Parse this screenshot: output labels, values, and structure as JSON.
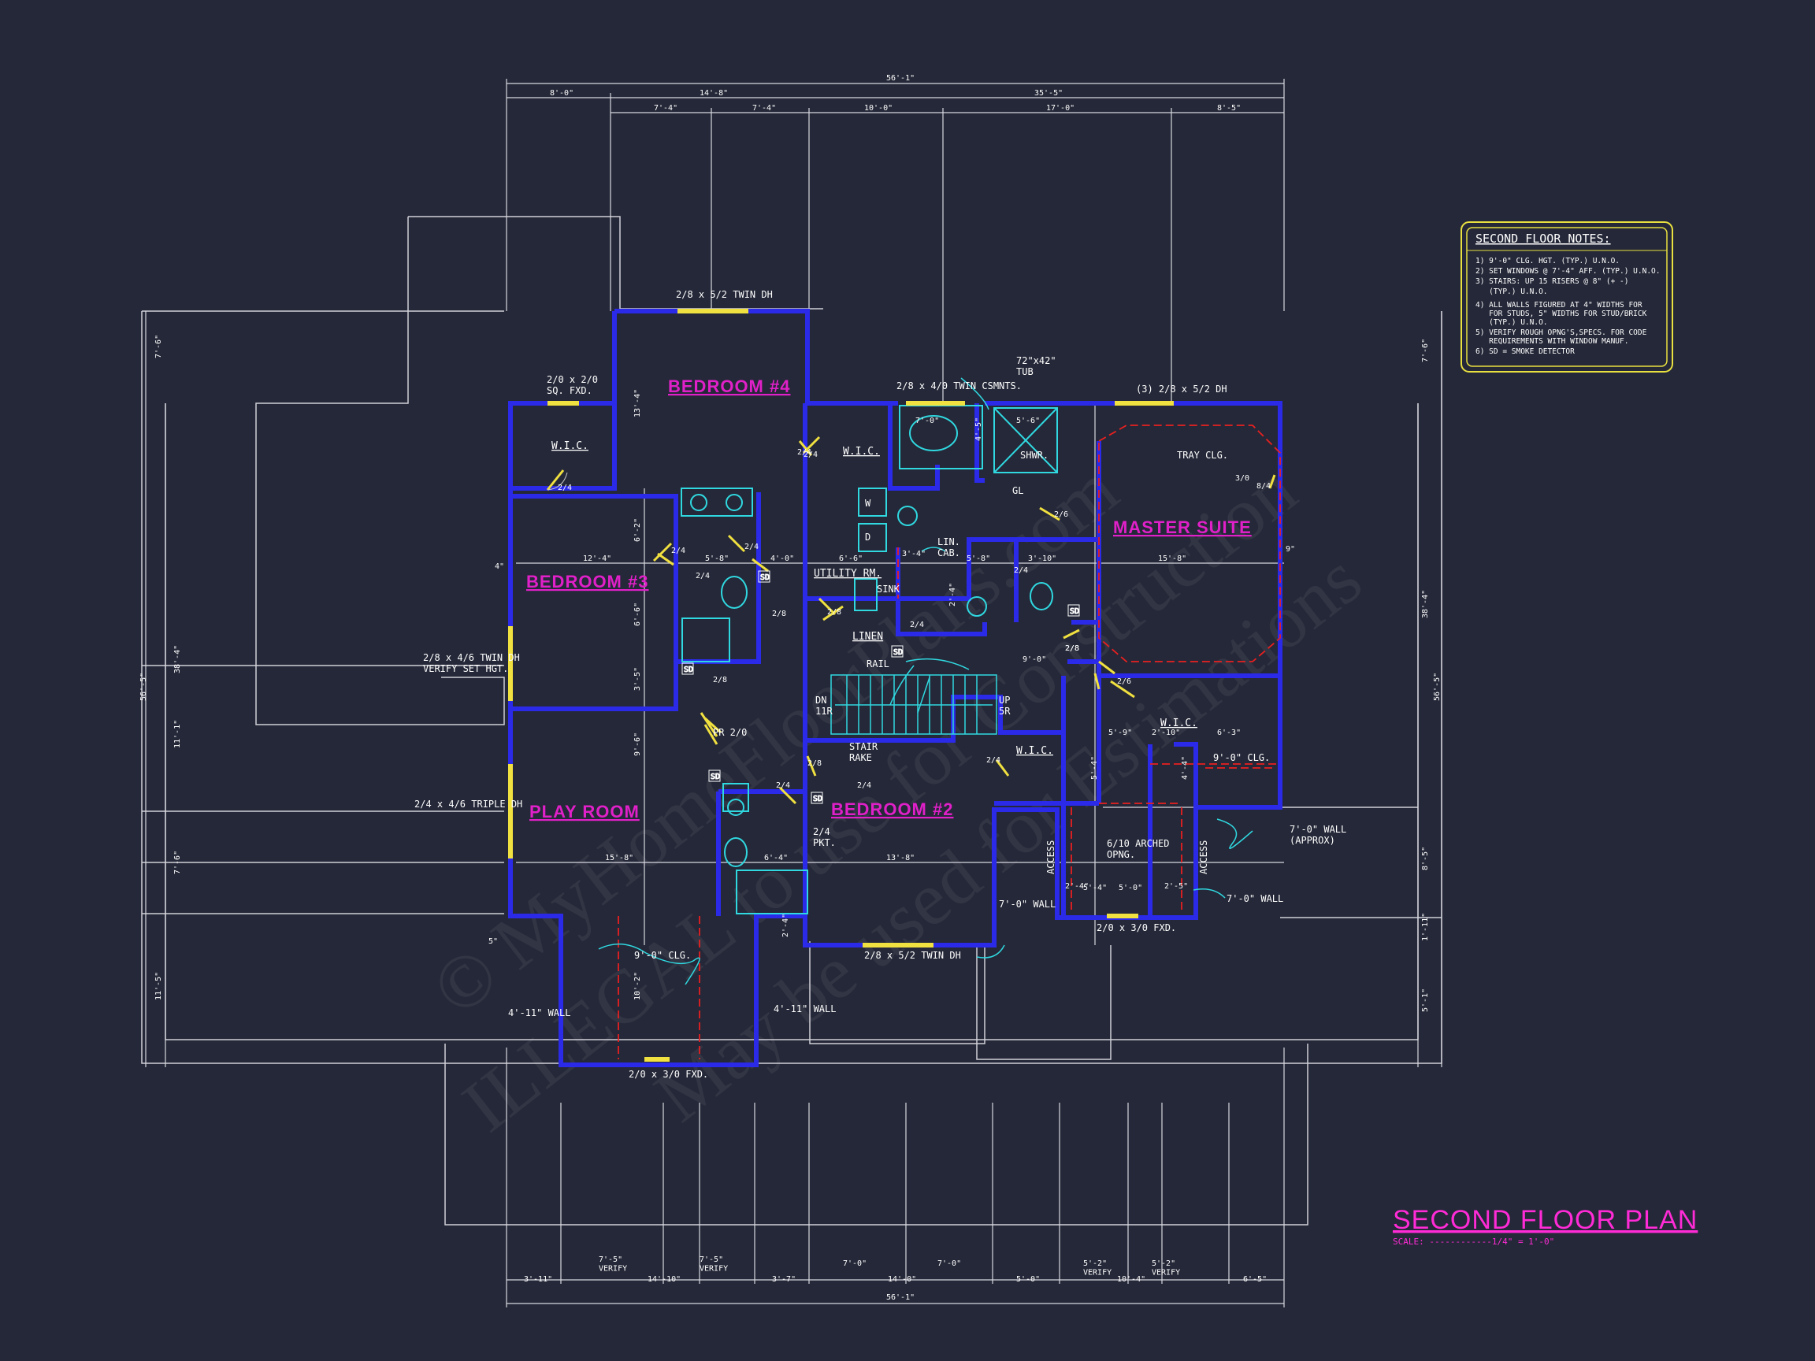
{
  "title": "SECOND FLOOR PLAN",
  "scale": "SCALE: ------------1/4\" = 1'-0\"",
  "watermark": {
    "line1": "© MyHomeFloorPlans.com",
    "line2": "ILLEGAL to use for Construction",
    "line3": "May be used for Estimations"
  },
  "colors": {
    "background": "#252838",
    "walls": "#2a2ae8",
    "room_labels": "#e020c8",
    "windows": "#f0e040",
    "fixtures": "#30d8e0",
    "notes_border": "#e8e040"
  },
  "rooms": {
    "bedroom4": "BEDROOM #4",
    "bedroom3": "BEDROOM #3",
    "bedroom2": "BEDROOM #2",
    "playroom": "PLAY ROOM",
    "master": "MASTER SUITE"
  },
  "labels": {
    "wic_left": "W.I.C.",
    "wic_center": "W.I.C.",
    "wic_master": "W.I.C.",
    "wic_lower": "W.I.C.",
    "utility": "UTILITY RM.",
    "linen": "LINEN",
    "sink": "SINK",
    "w": "W",
    "d": "D",
    "lin_cab": "LIN.\nCAB.",
    "shwr": "SHWR.",
    "gl": "GL",
    "tub": "72\"x42\"\nTUB",
    "rail": "RAIL",
    "dn": "DN\n11R",
    "up": "UP\n5R",
    "stair_rake": "STAIR\nRAKE",
    "tray": "TRAY CLG.",
    "access1": "ACCESS",
    "access2": "ACCESS",
    "arched": "6/10 ARCHED\nOPNG.",
    "clg_9_master": "9'-0\" CLG.",
    "clg_9_play": "9'-0\" CLG.",
    "wall_7_a": "7'-0\" WALL\n(APPROX)",
    "wall_7_b": "7'-0\" WALL",
    "wall_7_c": "7'-0\" WALL",
    "wall_411_a": "4'-11\" WALL",
    "wall_411_b": "4'-11\" WALL",
    "pkt": "2/4\nPKT.",
    "pr": "PR 2/0"
  },
  "windows": {
    "w_top_bed4": "2/8 x 5/2 TWIN DH",
    "w_sq": "2/0 x 2/0\nSQ. FXD.",
    "w_casement": "2/8 x 4/0 TWIN CSMNTS.",
    "w_master": "(3) 2/8 x 5/2 DH",
    "w_bed3": "2/8 x 4/6 TWIN DH\nVERIFY SET HGT.",
    "w_play": "2/4 x 4/6 TRIPLE DH",
    "w_bed2": "2/8 x 5/2 TWIN DH",
    "w_fxd_bottom": "2/0 x 3/0 FXD.",
    "w_fxd_hall": "2/0 x 3/0 FXD."
  },
  "doors": [
    "2/4",
    "2/4",
    "2/4",
    "2/4",
    "2/4",
    "2/8",
    "2/8",
    "2/8",
    "2/4",
    "2/4",
    "2/6",
    "2/8",
    "2/6",
    "2/4",
    "2/8",
    "2/4",
    "2/4",
    "3/0",
    "8/4",
    "2/8",
    "2/4"
  ],
  "dims_top_total": "56'-1\"",
  "dims_top_1": [
    "8'-0\"",
    "14'-8\"",
    "35'-5\""
  ],
  "dims_top_2": [
    "7'-4\"",
    "7'-4\"",
    "10'-0\"",
    "17'-0\"",
    "8'-5\""
  ],
  "dims_bottom_1": [
    "3'-11\"",
    "7'-5\"\nVERIFY",
    "14'-10\"",
    "7'-5\"\nVERIFY",
    "3'-7\"",
    "7'-0\"",
    "14'-0\"",
    "7'-0\"",
    "5'-0\"",
    "5'-2\"\nVERIFY",
    "10'-4\"",
    "5'-2\"\nVERIFY",
    "6'-5\""
  ],
  "dims_bottom_total": "56'-1\"",
  "dims_left": [
    "7'-6\"",
    "38'-4\"",
    "56'-5\"",
    "11'-1\"",
    "7'-6\"",
    "11'-5\""
  ],
  "dims_right": [
    "7'-6\"",
    "38'-4\"",
    "56'-5\"",
    "8'-5\"",
    "1'-11\"",
    "5'-1\""
  ],
  "dims_inner": [
    "12'-4\"",
    "4'-0\"",
    "6'-6\"",
    "3'-4\"",
    "5'-8\"",
    "3'-10\"",
    "15'-8\"",
    "15'-8\"",
    "13'-8\"",
    "6'-4\"",
    "5'-8\"",
    "5'-9\"",
    "2'-10\"",
    "6'-3\"",
    "5'-0\"",
    "5'-4\"",
    "2'-4\"",
    "2'-5\"",
    "9'-0\"",
    "5'-6\"",
    "7'-0\"",
    "4'-5\"",
    "13'-4\"",
    "6'-2\"",
    "6'-6\"",
    "3'-5\"",
    "9'-6\"",
    "5'-4\"",
    "4'-4\"",
    "2'-4\"",
    "9\"",
    "4\"",
    "5\"",
    "2'-4\"",
    "10'-2\""
  ],
  "notes": {
    "heading": "SECOND FLOOR NOTES:",
    "items": [
      "1) 9'-0\" CLG. HGT. (TYP.) U.N.O.",
      "2) SET WINDOWS @ 7'-4\" AFF. (TYP.) U.N.O.",
      "3) STAIRS: UP 15 RISERS @ 8\" (+ -)",
      "   (TYP.) U.N.O.",
      "4) ALL WALLS FIGURED AT 4\" WIDTHS FOR",
      "   FOR STUDS, 5\" WIDTHS FOR STUD/BRICK",
      "   (TYP.) U.N.O.",
      "5) VERIFY ROUGH OPNG'S,SPECS. FOR CODE",
      "   REQUIREMENTS WITH WINDOW MANUF.",
      "6) SD = SMOKE DETECTOR"
    ]
  },
  "smoke_detector": "SD"
}
